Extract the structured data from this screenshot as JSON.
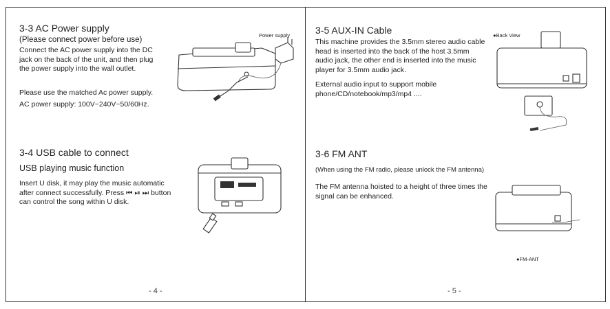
{
  "left_page": {
    "section1": {
      "title": "3-3  AC Power supply",
      "subtitle": "(Please connect power before use)",
      "body": "Connect the AC power supply into the DC jack on the back of the unit, and then plug the power supply into the wall outlet.",
      "note": "Please use the matched Ac power supply.",
      "spec": "AC power supply: 100V~240V~50/60Hz.",
      "figure_label": "Power supply"
    },
    "section2": {
      "title": "3-4  USB cable to connect",
      "subtitle": "USB playing music function",
      "body": "Insert U disk, it may play the music automatic after connect successfully. Press ⏮ ⏯ ⏭ button can control the song within U disk."
    },
    "page_number": "- 4 -"
  },
  "right_page": {
    "section1": {
      "title": "3-5  AUX-IN Cable",
      "body": "This machine provides the 3.5mm stereo audio cable head is inserted into the back of the host 3.5mm audio jack, the other end is inserted into the music player for 3.5mm audio jack.",
      "body2": "External audio input to support mobile phone/CD/notebook/mp3/mp4 ....",
      "figure_label": "●Back View"
    },
    "section2": {
      "title": "3-6  FM ANT",
      "note": "(When using the FM radio, please unlock the FM antenna)",
      "body": "The FM antenna hoisted to a height of three times the signal can be enhanced.",
      "figure_label": "●FM-ANT"
    },
    "page_number": "- 5 -"
  }
}
